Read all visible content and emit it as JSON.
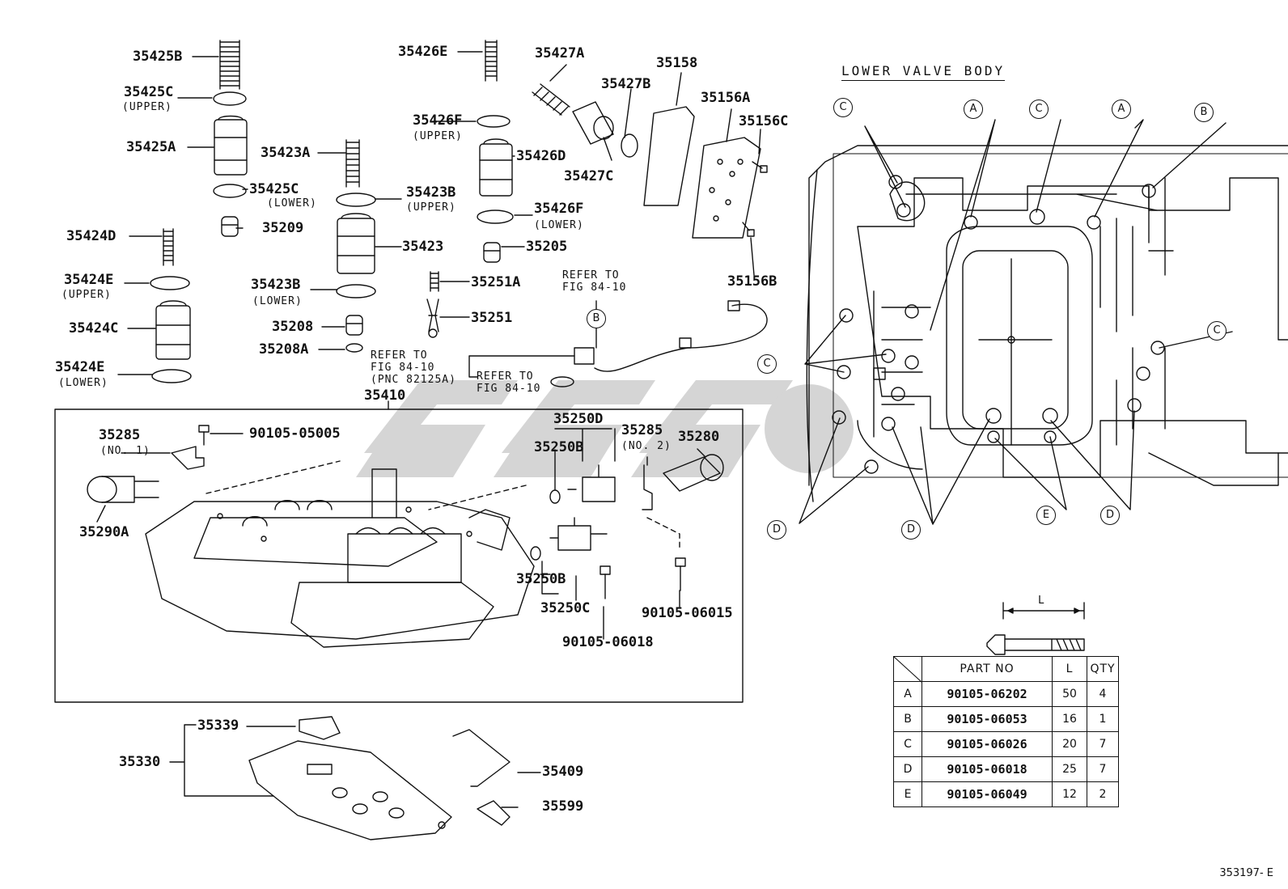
{
  "section_title": "LOWER VALVE BODY",
  "diagram_code": "353197- E",
  "parts": {
    "p35425B": "35425B",
    "p35425C_upper": "35425C",
    "upper_1": "(UPPER)",
    "p35425A": "35425A",
    "p35425C_lower": "35425C",
    "lower_1": "(LOWER)",
    "p35209": "35209",
    "p35424D": "35424D",
    "p35424E_upper": "35424E",
    "upper_2": "(UPPER)",
    "p35424C": "35424C",
    "p35424E_lower": "35424E",
    "lower_2": "(LOWER)",
    "p35423A": "35423A",
    "p35423B_upper": "35423B",
    "upper_3": "(UPPER)",
    "p35423": "35423",
    "p35423B_lower": "35423B",
    "lower_3": "(LOWER)",
    "p35208": "35208",
    "p35208A": "35208A",
    "p35426E": "35426E",
    "p35426F_upper": "35426F",
    "upper_4": "(UPPER)",
    "p35426D": "35426D",
    "p35426F_lower": "35426F",
    "lower_4": "(LOWER)",
    "p35205": "35205",
    "p35251A": "35251A",
    "p35251": "35251",
    "p35427A": "35427A",
    "p35427B": "35427B",
    "p35427C": "35427C",
    "p35158": "35158",
    "p35156A": "35156A",
    "p35156C": "35156C",
    "p35156B": "35156B",
    "p35410": "35410",
    "p35285_no1": "35285",
    "no1": "(NO. 1)",
    "p90105_05005": "90105-05005",
    "p35290A": "35290A",
    "p35250D": "35250D",
    "p35250B_top": "35250B",
    "p35285_no2": "35285",
    "no2": "(NO. 2)",
    "p35280": "35280",
    "p35250B_bottom": "35250B",
    "p35250C": "35250C",
    "p90105_06018": "90105-06018",
    "p90105_06015": "90105-06015",
    "p35339": "35339",
    "p35330": "35330",
    "p35409": "35409",
    "p35599": "35599"
  },
  "references": {
    "ref1": "REFER TO\nFIG 84-10",
    "ref2": "REFER TO\nFIG 84-10\n(PNC 82125A)",
    "ref3": "REFER TO\nFIG 84-10",
    "ref_callout": "B"
  },
  "callouts": {
    "c1": "C",
    "c2": "A",
    "c3": "C",
    "c4": "A",
    "c5": "B",
    "c6": "C",
    "c7": "C",
    "c8": "D",
    "c9": "D",
    "c10": "E",
    "c11": "D"
  },
  "bolt_dimension_label": "L",
  "bolt_table": {
    "headers": [
      "",
      "PART NO",
      "L",
      "QTY"
    ],
    "rows": [
      {
        "key": "A",
        "part_no": "90105-06202",
        "l": "50",
        "qty": "4"
      },
      {
        "key": "B",
        "part_no": "90105-06053",
        "l": "16",
        "qty": "1"
      },
      {
        "key": "C",
        "part_no": "90105-06026",
        "l": "20",
        "qty": "7"
      },
      {
        "key": "D",
        "part_no": "90105-06018",
        "l": "25",
        "qty": "7"
      },
      {
        "key": "E",
        "part_no": "90105-06049",
        "l": "12",
        "qty": "2"
      }
    ]
  }
}
